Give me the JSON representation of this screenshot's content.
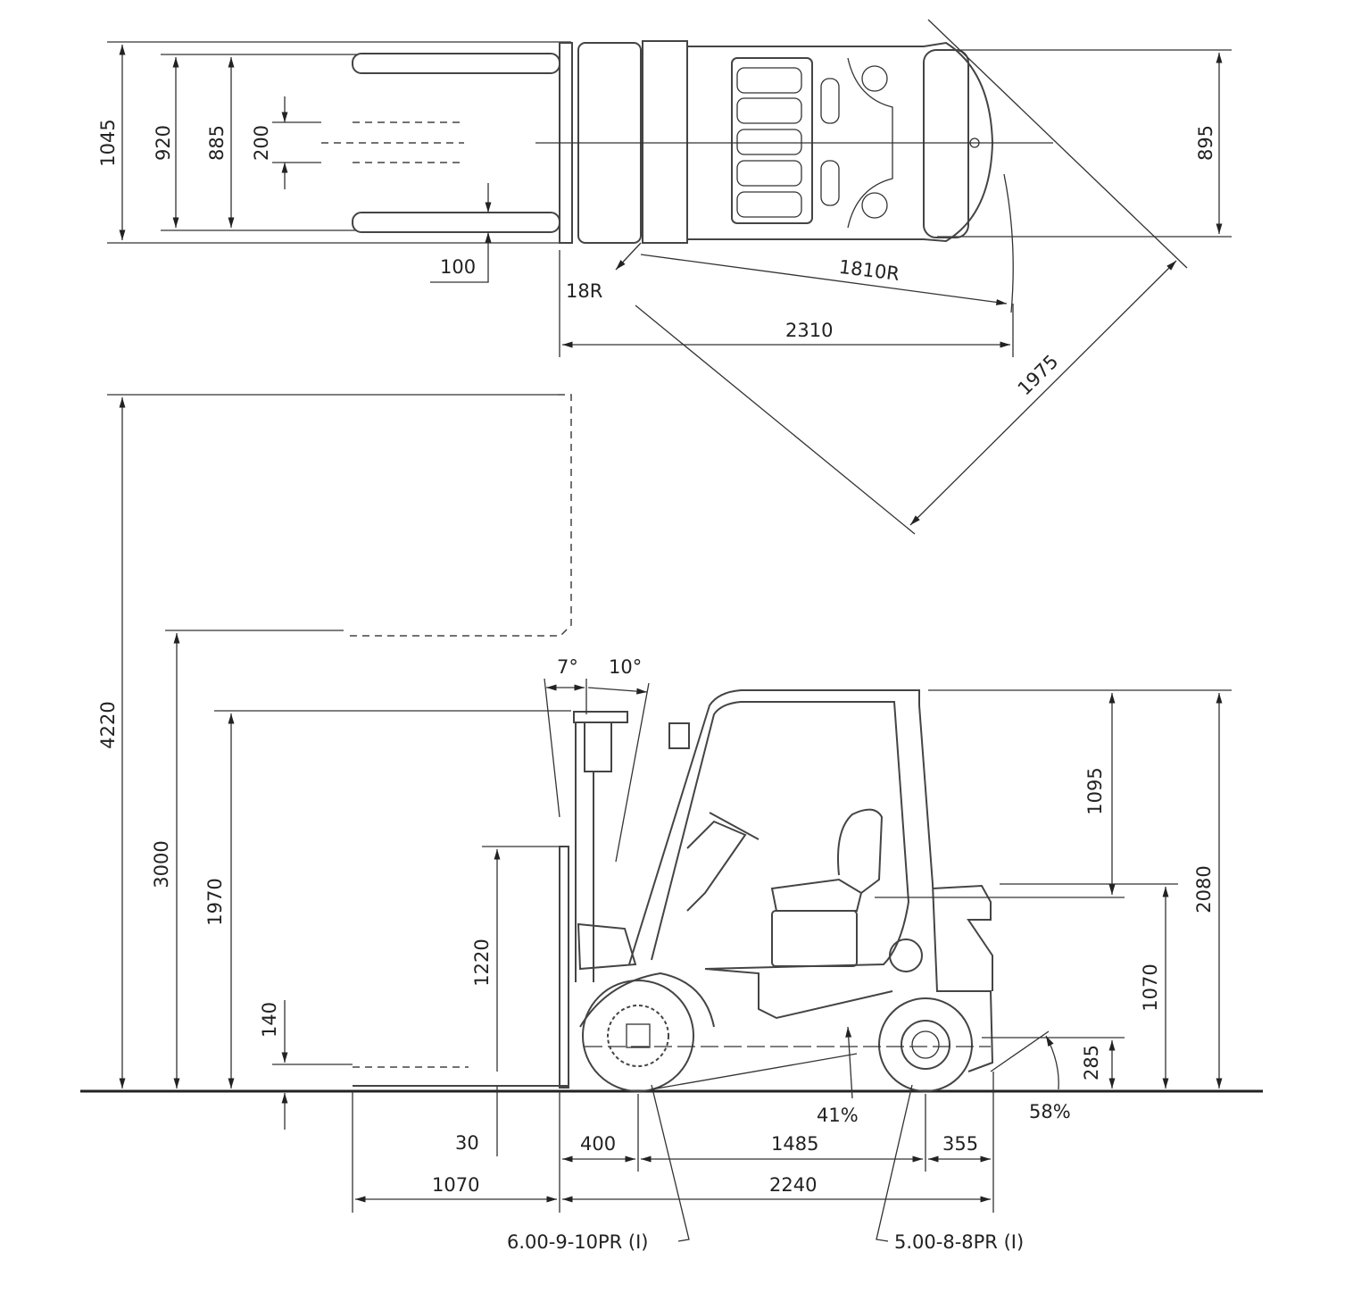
{
  "top_view": {
    "overall_width": "1045",
    "outer_fork_spread": "920",
    "inner_fork_spread": "885",
    "fork_width": "200",
    "fork_thickness": "100",
    "inner_radius": "18R",
    "turning_radius": "1810R",
    "aisle_length": "2310",
    "right_angle_stacking": "1975",
    "track_width": "895"
  },
  "side_view": {
    "max_height_extended": "4220",
    "max_lift_height": "3000",
    "free_lift": "1970",
    "carriage_height": "1220",
    "lift_above_ground": "140",
    "fork_ground_clearance": "30",
    "fork_length": "1070",
    "tilt_forward": "7°",
    "tilt_backward": "10°",
    "seat_to_overhead_guard": "1095",
    "overhead_guard_height": "2080",
    "seat_height": "1070",
    "hitch_height": "285",
    "gradeability_loaded": "41%",
    "gradeability_unloaded": "58%",
    "front_overhang": "400",
    "wheelbase": "1485",
    "rear_overhang": "355",
    "length_to_fork_face": "2240",
    "front_tire": "6.00-9-10PR (I)",
    "rear_tire": "5.00-8-8PR (I)"
  }
}
